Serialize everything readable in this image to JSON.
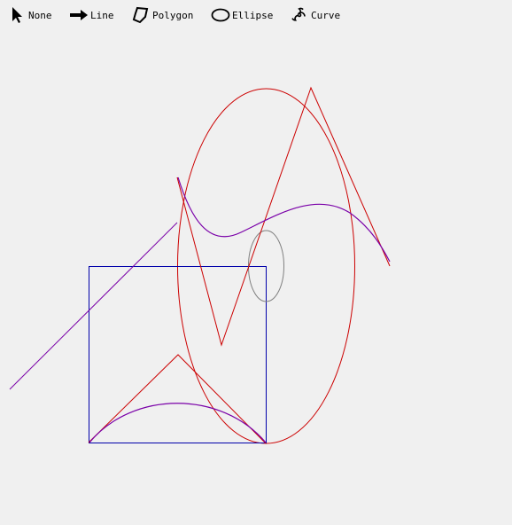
{
  "toolbar": {
    "tools": [
      {
        "label": "None",
        "icon": "cursor-arrow-icon"
      },
      {
        "label": "Line",
        "icon": "line-arrow-icon"
      },
      {
        "label": "Polygon",
        "icon": "polygon-icon"
      },
      {
        "label": "Ellipse",
        "icon": "ellipse-icon"
      },
      {
        "label": "Curve",
        "icon": "spiral-curve-icon"
      }
    ]
  },
  "colors": {
    "background": "#f0f0f0",
    "red": "#cc0000",
    "blue": "#0000aa",
    "purple": "#7a00a8",
    "gray": "#808080"
  }
}
